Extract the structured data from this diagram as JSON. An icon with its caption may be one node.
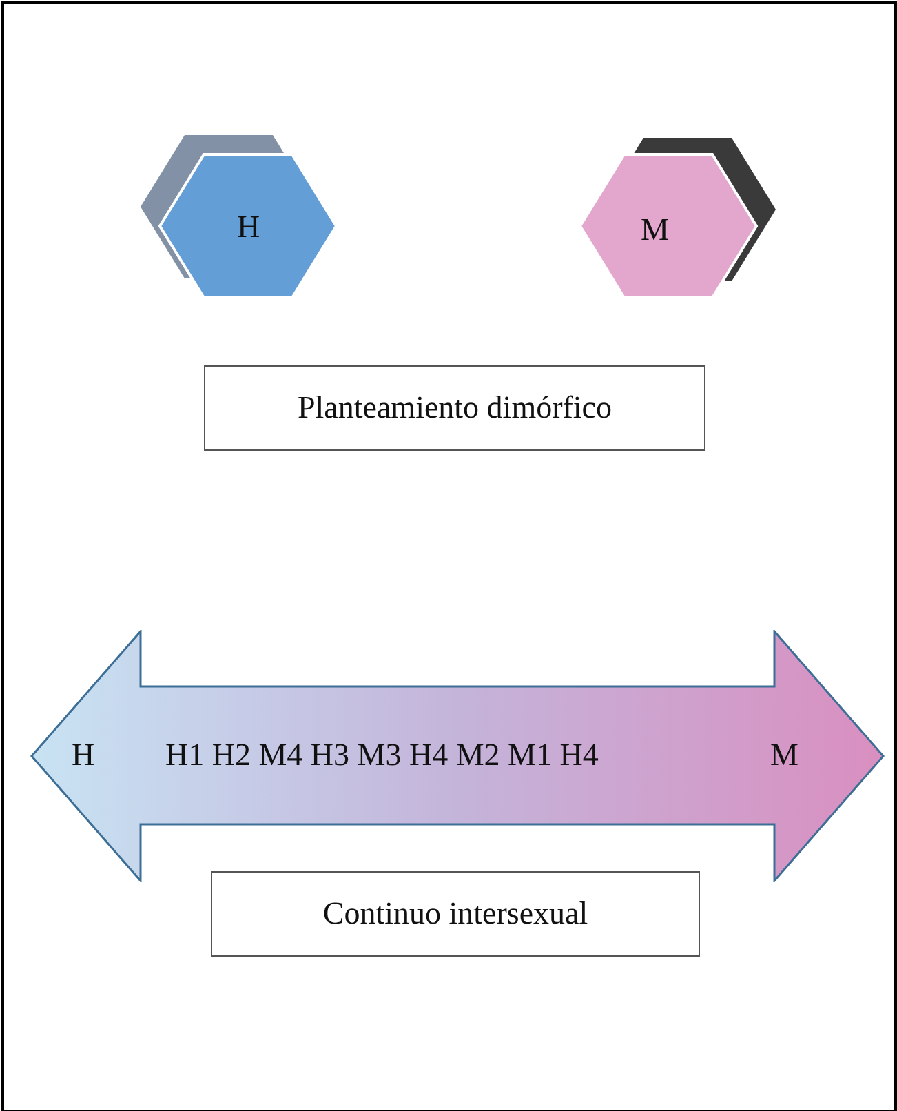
{
  "diagram": {
    "nodes": [
      {
        "text": [
          "H"
        ]
      },
      {
        "text": [
          "M"
        ]
      },
      {
        "text": [
          "Planteamiento dimórfico"
        ]
      },
      {
        "text": [
          "H",
          "H1 H2 M4 H3 M3 H4 M2 M1 H4",
          "M"
        ]
      },
      {
        "text": [
          "Continuo intersexual"
        ]
      }
    ],
    "edges": []
  }
}
